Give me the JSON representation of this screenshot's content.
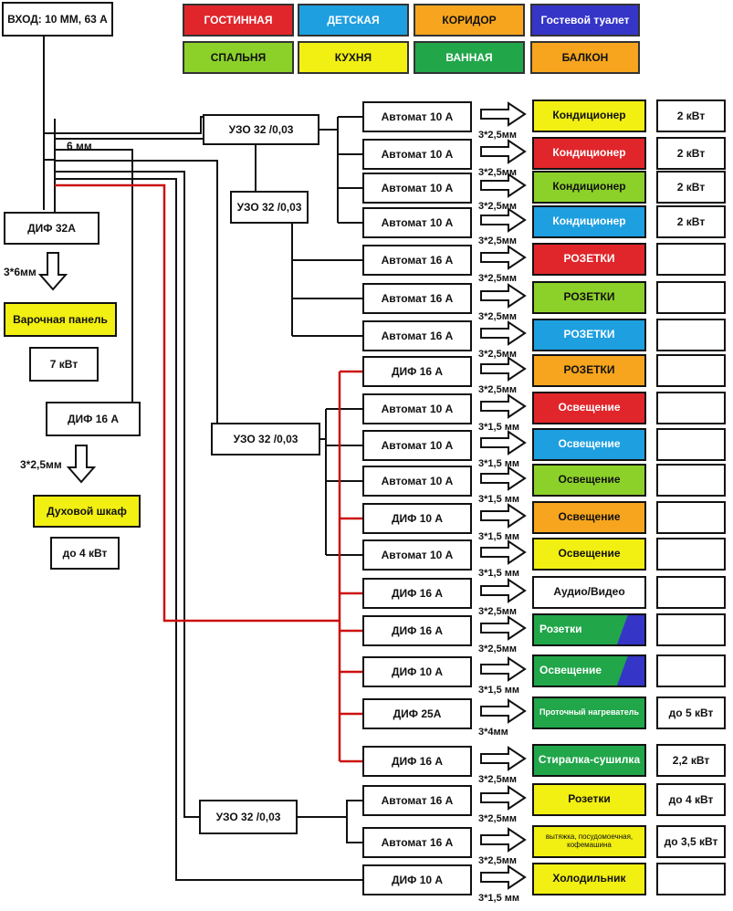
{
  "input_label": "ВХОД: 10 ММ, 63 А",
  "feeder_cable": "6 мм",
  "legend": [
    {
      "name": "ГОСТИННАЯ",
      "color": "#e0262b"
    },
    {
      "name": "ДЕТСКАЯ",
      "color": "#1e9fe0"
    },
    {
      "name": "КОРИДОР",
      "color": "#f7a51e"
    },
    {
      "name": "Гостевой туалет",
      "color": "#3535c8"
    },
    {
      "name": "СПАЛЬНЯ",
      "color": "#8cd12a"
    },
    {
      "name": "КУХНЯ",
      "color": "#f2ef12"
    },
    {
      "name": "ВАННАЯ",
      "color": "#21a64a"
    },
    {
      "name": "БАЛКОН",
      "color": "#f7a51e"
    }
  ],
  "left": {
    "dif1": "ДИФ  32А",
    "cable1": "3*6мм",
    "load1": "Варочная панель",
    "power1": "7 кВт",
    "dif2": "ДИФ   16 А",
    "cable2": "3*2,5мм",
    "load2": "Духовой шкаф",
    "power2": "до  4 кВт"
  },
  "rcd_label": "УЗО 32 /0,03",
  "circuits": [
    {
      "breaker": "Автомат  10 А",
      "cable": "3*2,5мм",
      "consumer": "Кондиционер",
      "color": "#f2ef12",
      "power": "2 кВт"
    },
    {
      "breaker": "Автомат  10 А",
      "cable": "3*2,5мм",
      "consumer": "Кондиционер",
      "color": "#e0262b",
      "power": "2 кВт"
    },
    {
      "breaker": "Автомат  10 А",
      "cable": "3*2,5мм",
      "consumer": "Кондиционер",
      "color": "#8cd12a",
      "power": "2 кВт"
    },
    {
      "breaker": "Автомат  10 А",
      "cable": "3*2,5мм",
      "consumer": "Кондиционер",
      "color": "#1e9fe0",
      "power": "2 кВт"
    },
    {
      "breaker": "Автомат  16 А",
      "cable": "3*2,5мм",
      "consumer": "РОЗЕТКИ",
      "color": "#e0262b",
      "power": ""
    },
    {
      "breaker": "Автомат  16 А",
      "cable": "3*2,5мм",
      "consumer": "РОЗЕТКИ",
      "color": "#8cd12a",
      "power": ""
    },
    {
      "breaker": "Автомат  16 А",
      "cable": "3*2,5мм",
      "consumer": "РОЗЕТКИ",
      "color": "#1e9fe0",
      "power": ""
    },
    {
      "breaker": "ДИФ     16 А",
      "cable": "3*2,5мм",
      "consumer": "РОЗЕТКИ",
      "color": "#f7a51e",
      "power": ""
    },
    {
      "breaker": "Автомат  10 А",
      "cable": "3*1,5 мм",
      "consumer": "Освещение",
      "color": "#e0262b",
      "power": ""
    },
    {
      "breaker": "Автомат  10 А",
      "cable": "3*1,5 мм",
      "consumer": "Освещение",
      "color": "#1e9fe0",
      "power": ""
    },
    {
      "breaker": "Автомат  10 А",
      "cable": "3*1,5 мм",
      "consumer": "Освещение",
      "color": "#8cd12a",
      "power": ""
    },
    {
      "breaker": "ДИФ    10 А",
      "cable": "3*1,5 мм",
      "consumer": "Освещение",
      "color": "#f7a51e",
      "power": ""
    },
    {
      "breaker": "Автомат  10 А",
      "cable": "3*1,5 мм",
      "consumer": "Освещение",
      "color": "#f2ef12",
      "power": ""
    },
    {
      "breaker": "ДИФ     16 А",
      "cable": "3*2,5мм",
      "consumer": "Аудио/Видео",
      "color": "#ffffff",
      "power": ""
    },
    {
      "breaker": "ДИФ     16 А",
      "cable": "3*2,5мм",
      "consumer": "Розетки",
      "color": "#21a64a",
      "split": "#3535c8",
      "power": ""
    },
    {
      "breaker": "ДИФ      10 А",
      "cable": "3*1,5 мм",
      "consumer": "Освещение",
      "color": "#21a64a",
      "split": "#3535c8",
      "power": ""
    },
    {
      "breaker": "ДИФ     25А",
      "cable": "3*4мм",
      "consumer": "Проточный нагреватель",
      "color": "#21a64a",
      "power": "до 5 кВт"
    },
    {
      "breaker": "ДИФ     16 А",
      "cable": "3*2,5мм",
      "consumer": "Стиралка-сушилка",
      "color": "#21a64a",
      "power": "2,2 кВт"
    },
    {
      "breaker": "Автомат   16 А",
      "cable": "3*2,5мм",
      "consumer": "Розетки",
      "color": "#f2ef12",
      "power": "до 4 кВт"
    },
    {
      "breaker": "Автомат  16 А",
      "cable": "3*2,5мм",
      "consumer": "вытяжка, посудомоечная, кофемашина",
      "color": "#f2ef12",
      "power": "до 3,5 кВт"
    },
    {
      "breaker": "ДИФ     10 А",
      "cable": "3*1,5 мм",
      "consumer": "Холодильник",
      "color": "#f2ef12",
      "power": ""
    }
  ]
}
